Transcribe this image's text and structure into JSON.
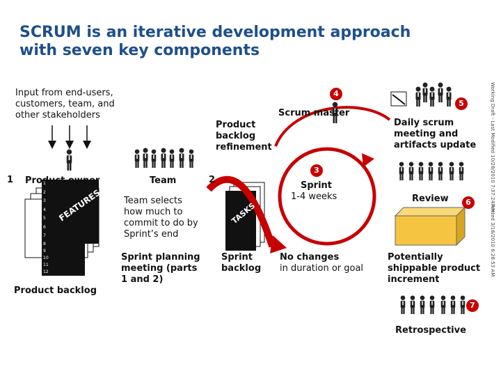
{
  "title": {
    "line1": "SCRUM is an iterative development approach",
    "line2": "with seven key components"
  },
  "input_text": {
    "line1": "Input from end-users,",
    "line2": "customers, team, and",
    "line3": "other stakeholders"
  },
  "product_owner": {
    "number": "1",
    "label": "Product owner"
  },
  "product_backlog": {
    "label": "Product backlog",
    "rows_top": [
      "1",
      "2",
      "3",
      "4",
      "5",
      "6",
      "7"
    ],
    "rows_bottom": [
      "8",
      "9",
      "10",
      "11",
      "12"
    ],
    "stamp": "FEATURES"
  },
  "team": {
    "number": "2",
    "label": "Team"
  },
  "team_selects": {
    "line1": "Team selects",
    "line2": "how much to",
    "line3": "commit to do by",
    "line4": "Sprint’s end"
  },
  "sprint_planning": {
    "line1": "Sprint planning",
    "line2": "meeting (parts",
    "line3": "1 and 2)"
  },
  "refinement": {
    "line1": "Product",
    "line2": "backlog",
    "line3": "refinement"
  },
  "scrum_master": {
    "number": "4",
    "label": "Scrum master"
  },
  "sprint": {
    "number": "3",
    "label": "Sprint",
    "duration": "1-4 weeks"
  },
  "sprint_backlog": {
    "line1": "Sprint",
    "line2": "backlog",
    "stamp": "TASKS"
  },
  "no_changes": {
    "line1": "No changes",
    "line2": "in duration or goal"
  },
  "daily_scrum": {
    "number": "5",
    "line1": "Daily scrum",
    "line2": "meeting and",
    "line3": "artifacts update"
  },
  "review": {
    "number": "6",
    "label": "Review"
  },
  "increment": {
    "line1": "Potentially",
    "line2": "shippable product",
    "line3": "increment"
  },
  "retrospective": {
    "number": "7",
    "label": "Retrospective"
  },
  "side_notes": {
    "working": "Working Draft - Last Modified 10/28/2010 7:37:24 AM",
    "printed": "Printed 3/16/2010 6:28:53 AM"
  },
  "colors": {
    "title": "#1e4f8c",
    "accent_red": "#c70000",
    "increment_box": "#f5c542",
    "people": "#222222"
  }
}
